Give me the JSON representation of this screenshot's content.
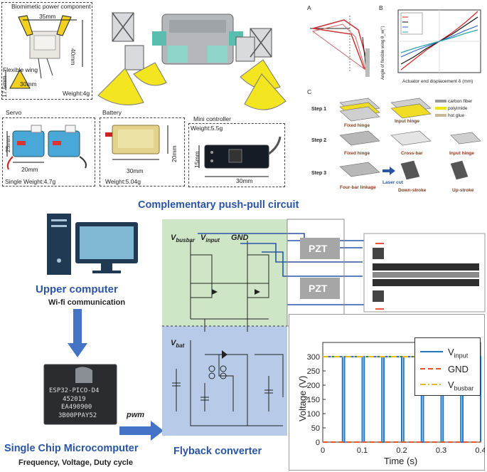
{
  "top_left": {
    "power_title": "Biomimetic power component",
    "dim_35": "35mm",
    "dim_40": "40mm",
    "flexible_wing": "Flexible wing",
    "dim_17_5": "17.5mm",
    "dim_30_wing": "30mm",
    "weight_power": "Weight:4g",
    "servo_title": "Servo",
    "dim_25": "25mm",
    "dim_20_servo": "20mm",
    "servo_weight": "Single Weight:4.7g",
    "battery_title": "Battery",
    "dim_20_batt": "20mm",
    "dim_30_batt": "30mm",
    "battery_weight": "Weight:5.04g",
    "mini_title": "Mini controller",
    "mini_weight": "Weight:5.5g",
    "dim_15": "15mm",
    "dim_30_mini": "30mm"
  },
  "top_right": {
    "panel_a": "A",
    "panel_b": "B",
    "panel_c": "C",
    "chart_ylabel": "Angle of flexible wing θ_w(°)",
    "chart_xlabel": "Actuator end displacement δ (mm)",
    "steps": [
      "Step 1",
      "Step 2",
      "Step 3"
    ],
    "step1_items": [
      "Fixed hinge",
      "Input hinge"
    ],
    "step2_items": [
      "Fixed hinge",
      "Cross-bar",
      "Input hinge"
    ],
    "step3_items": [
      "Four-bar linkage",
      "Laser cut",
      "Down-stroke",
      "Up-stroke"
    ],
    "materials": [
      "carbon fiber",
      "polyimide",
      "hot glue"
    ],
    "material_colors": [
      "#9a9a9a",
      "#f2e200",
      "#c9b79a"
    ]
  },
  "middle": {
    "circuit_title": "Complementary push-pull circuit",
    "upper_computer": "Upper computer",
    "wifi": "Wi-fi communication",
    "v_busbar": "V",
    "v_busbar_sub": "busbar",
    "v_input": "V",
    "v_input_sub": "input",
    "gnd": "GND",
    "v_bat": "V",
    "v_bat_sub": "bat",
    "pzt_top": "PZT",
    "pzt_bottom": "PZT"
  },
  "bottom": {
    "chip_line1": "ESP32-PICO-D4",
    "chip_line2": "452019",
    "chip_line3": "EA490900",
    "chip_line4": "3B00PPAY52",
    "pwm": "pwm",
    "scm_title": "Single Chip Microcomputer",
    "scm_sub": "Frequency, Voltage, Duty cycle",
    "flyback": "Flyback converter"
  },
  "chart_data": {
    "type": "line",
    "title": "",
    "xlabel": "Time (s)",
    "ylabel": "Voltage (V)",
    "xlim": [
      0,
      0.4
    ],
    "ylim": [
      0,
      350
    ],
    "xticks": [
      0,
      0.1,
      0.2,
      0.3,
      0.4
    ],
    "yticks": [
      0,
      50,
      100,
      150,
      200,
      250,
      300
    ],
    "legend_position": "top-right",
    "period": 0.05,
    "duty": 0.9,
    "series": [
      {
        "name": "V_input",
        "label_main": "V",
        "label_sub": "input",
        "color": "#1f77c8",
        "style": "solid",
        "high": 300,
        "low": 0
      },
      {
        "name": "GND",
        "label_main": "GND",
        "label_sub": "",
        "color": "#e8542a",
        "style": "dashed",
        "value": 0
      },
      {
        "name": "V_busbar",
        "label_main": "V",
        "label_sub": "busbar",
        "color": "#e8b62a",
        "style": "dashdot",
        "value": 300
      }
    ]
  }
}
